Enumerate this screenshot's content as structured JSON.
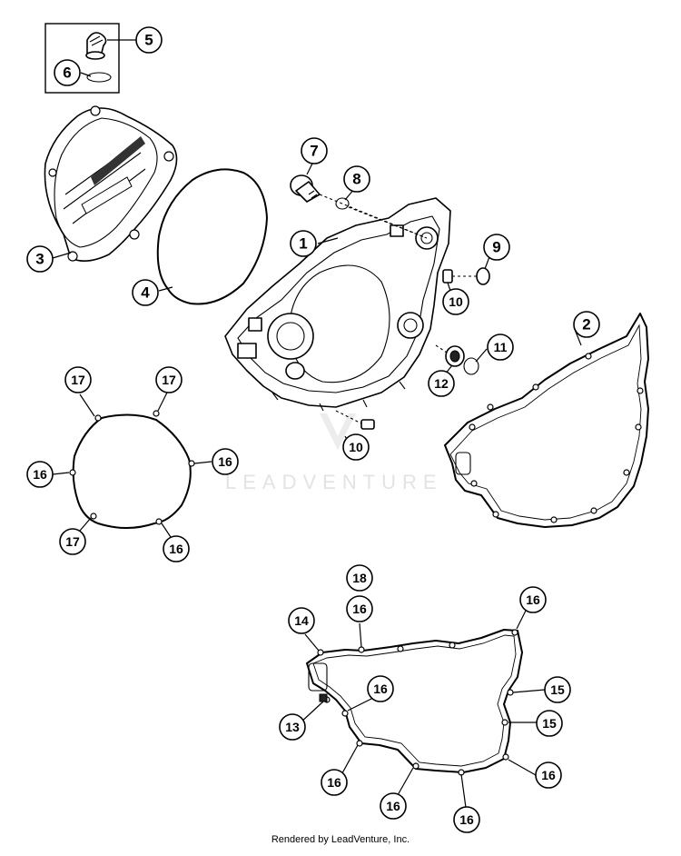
{
  "watermark": "LEADVENTURE",
  "footer": "Rendered by LeadVenture, Inc.",
  "callouts": {
    "c1": "1",
    "c2": "2",
    "c3": "3",
    "c4": "4",
    "c5": "5",
    "c6": "6",
    "c7": "7",
    "c8": "8",
    "c9": "9",
    "c10a": "10",
    "c10b": "10",
    "c11": "11",
    "c12": "12",
    "c13": "13",
    "c14": "14",
    "c15a": "15",
    "c15b": "15",
    "c16a": "16",
    "c16b": "16",
    "c16c": "16",
    "c16d": "16",
    "c16e": "16",
    "c16f": "16",
    "c16g": "16",
    "c16h": "16",
    "c16i": "16",
    "c16j": "16",
    "c17a": "17",
    "c17b": "17",
    "c17c": "17",
    "c18": "18"
  }
}
